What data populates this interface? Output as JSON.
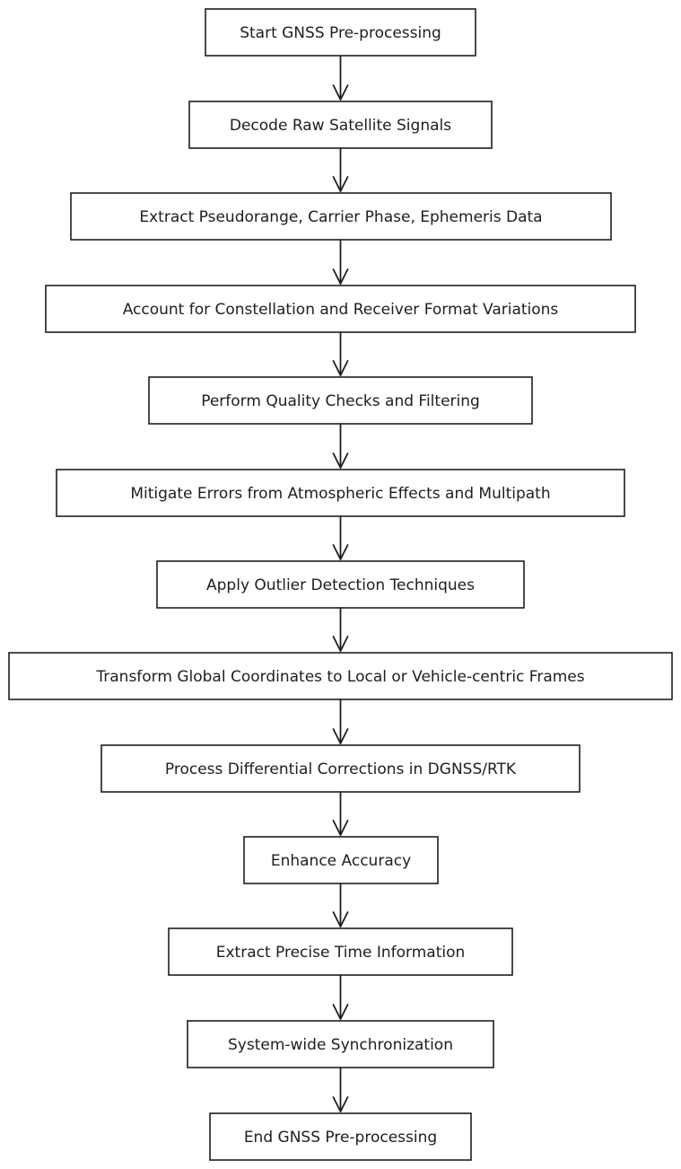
{
  "steps": [
    {
      "id": "start",
      "label": "Start GNSS Pre-processing"
    },
    {
      "id": "decode",
      "label": "Decode Raw Satellite Signals"
    },
    {
      "id": "extract-data",
      "label": "Extract Pseudorange, Carrier Phase, Ephemeris Data"
    },
    {
      "id": "format-variations",
      "label": "Account for Constellation and Receiver Format Variations"
    },
    {
      "id": "quality-checks",
      "label": "Perform Quality Checks and Filtering"
    },
    {
      "id": "mitigate-errors",
      "label": "Mitigate Errors from Atmospheric Effects and Multipath"
    },
    {
      "id": "outlier-detection",
      "label": "Apply Outlier Detection Techniques"
    },
    {
      "id": "transform-coordinates",
      "label": "Transform Global Coordinates to Local or Vehicle-centric Frames"
    },
    {
      "id": "differential-corrections",
      "label": "Process Differential Corrections in DGNSS/RTK"
    },
    {
      "id": "enhance-accuracy",
      "label": "Enhance Accuracy"
    },
    {
      "id": "extract-time",
      "label": "Extract Precise Time Information"
    },
    {
      "id": "synchronization",
      "label": "System-wide Synchronization"
    },
    {
      "id": "end",
      "label": "End GNSS Pre-processing"
    }
  ]
}
